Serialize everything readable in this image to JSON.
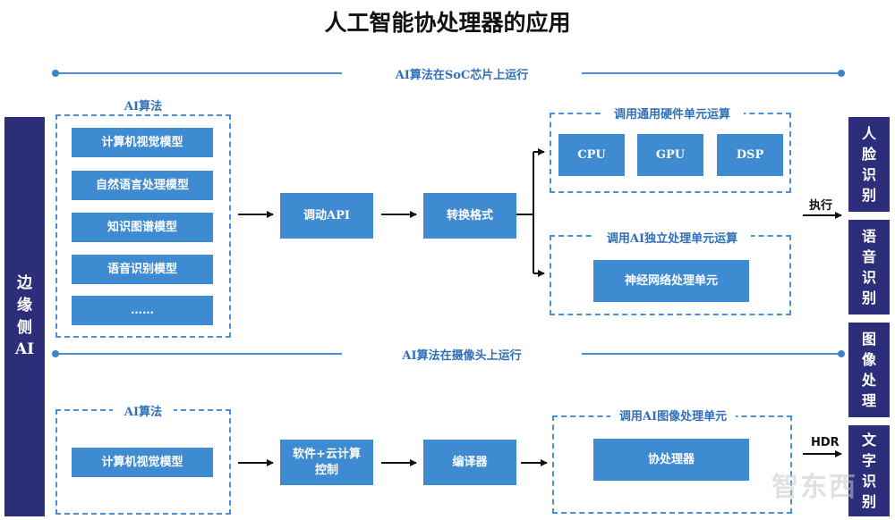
{
  "title": "人工智能协处理器的应用",
  "left_label": "边缘侧AI",
  "section_top": {
    "label": "AI算法在SoC芯片上运行"
  },
  "section_bottom": {
    "label": "AI算法在摄像头上运行"
  },
  "top_algo": {
    "label": "AI算法",
    "models": [
      "计算机视觉模型",
      "自然语言处理模型",
      "知识图谱模型",
      "语音识别模型",
      "……"
    ]
  },
  "dispatch_api": "调动API",
  "format_convert": "转换格式",
  "general_hw": {
    "label": "调用通用硬件单元运算",
    "units": [
      "CPU",
      "GPU",
      "DSP"
    ]
  },
  "independent": {
    "label": "调用AI独立处理单元运算",
    "unit": "神经网络处理单元"
  },
  "exec_label": "执行",
  "bottom_algo": {
    "label": "AI算法",
    "model": "计算机视觉模型"
  },
  "software_cloud": "软件+云计算控制",
  "compiler": "编译器",
  "image_unit": {
    "label": "调用AI图像处理单元",
    "unit": "协处理器"
  },
  "hdr_label": "HDR",
  "applications": [
    "人脸识别",
    "语音识别",
    "图像处理",
    "文字识别"
  ],
  "watermark": "智东西",
  "colors": {
    "box": "#3f8bd2",
    "side": "#2c2e79",
    "accent": "#2f6fb8"
  }
}
